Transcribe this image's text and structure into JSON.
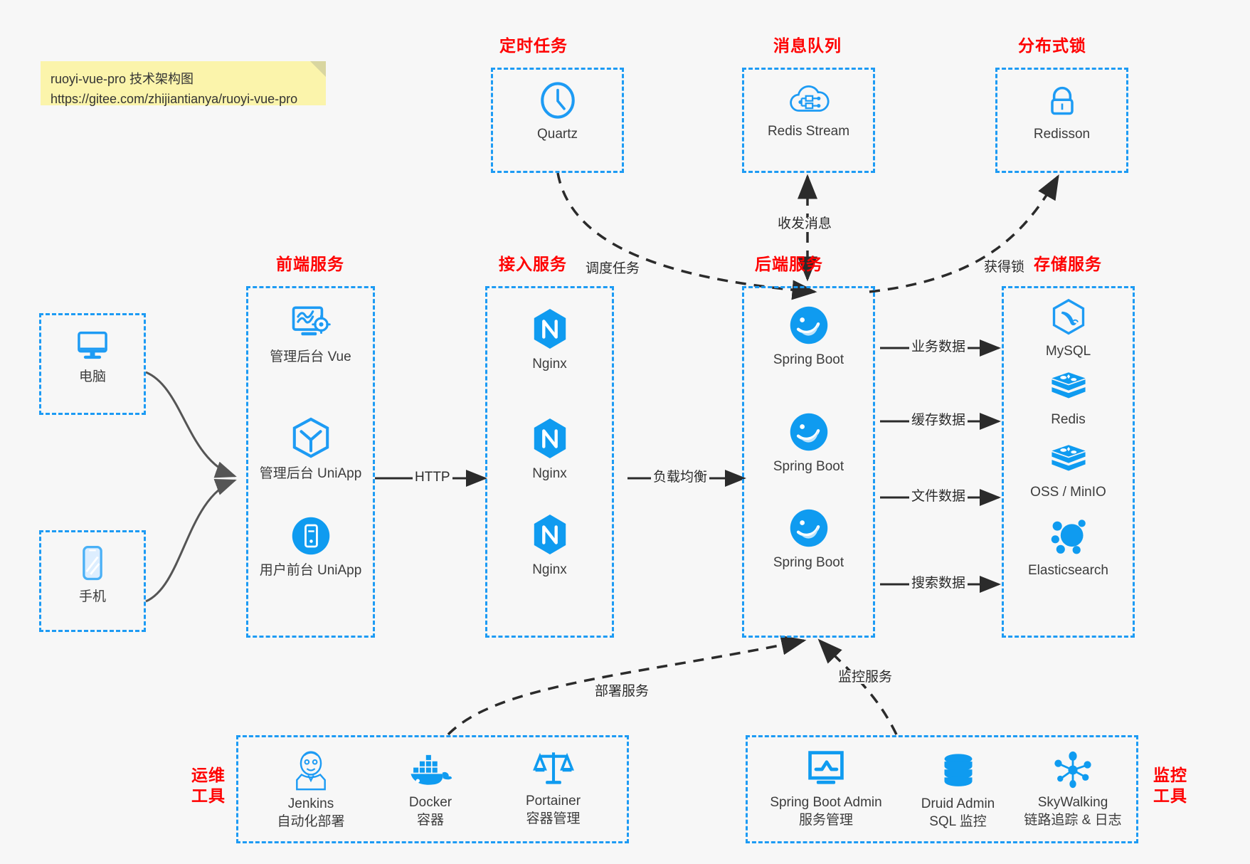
{
  "note": {
    "line1": "ruoyi-vue-pro 技术架构图",
    "line2": "https://gitee.com/zhijiantianya/ruoyi-vue-pro"
  },
  "colors": {
    "accent": "#1d9bf4",
    "title": "#ff0000",
    "text": "#3c3c3c",
    "arrow": "#2b2b2b",
    "note_bg": "#fbf4ab",
    "background": "#f7f7f7"
  },
  "groups": {
    "scheduled_task": {
      "title": "定时任务",
      "items": [
        {
          "label": "Quartz",
          "icon": "clock-icon"
        }
      ]
    },
    "message_queue": {
      "title": "消息队列",
      "items": [
        {
          "label": "Redis Stream",
          "icon": "cloud-network-icon"
        }
      ]
    },
    "distributed_lock": {
      "title": "分布式锁",
      "items": [
        {
          "label": "Redisson",
          "icon": "lock-icon"
        }
      ]
    },
    "clients": {
      "items": [
        {
          "label": "电脑",
          "icon": "desktop-monitor-icon"
        },
        {
          "label": "手机",
          "icon": "mobile-phone-icon"
        }
      ]
    },
    "frontend": {
      "title": "前端服务",
      "items": [
        {
          "label": "管理后台 Vue",
          "icon": "dashboard-gear-icon"
        },
        {
          "label": "管理后台 UniApp",
          "icon": "hexagon-cube-icon"
        },
        {
          "label": "用户前台 UniApp",
          "icon": "phone-circle-icon"
        }
      ]
    },
    "gateway": {
      "title": "接入服务",
      "items": [
        {
          "label": "Nginx",
          "icon": "nginx-icon"
        },
        {
          "label": "Nginx",
          "icon": "nginx-icon"
        },
        {
          "label": "Nginx",
          "icon": "nginx-icon"
        }
      ]
    },
    "backend": {
      "title": "后端服务",
      "items": [
        {
          "label": "Spring Boot",
          "icon": "spring-boot-icon"
        },
        {
          "label": "Spring Boot",
          "icon": "spring-boot-icon"
        },
        {
          "label": "Spring Boot",
          "icon": "spring-boot-icon"
        }
      ]
    },
    "storage": {
      "title": "存储服务",
      "items": [
        {
          "label": "MySQL",
          "icon": "mysql-dolphin-icon"
        },
        {
          "label": "Redis",
          "icon": "redis-stack-icon"
        },
        {
          "label": "OSS / MinIO",
          "icon": "oss-stack-icon"
        },
        {
          "label": "Elasticsearch",
          "icon": "elasticsearch-icon"
        }
      ]
    },
    "devops": {
      "title_line1": "运维",
      "title_line2": "工具",
      "items": [
        {
          "name": "Jenkins",
          "desc": "自动化部署",
          "icon": "jenkins-butler-icon"
        },
        {
          "name": "Docker",
          "desc": "容器",
          "icon": "docker-whale-icon"
        },
        {
          "name": "Portainer",
          "desc": "容器管理",
          "icon": "scales-balance-icon"
        }
      ]
    },
    "monitoring": {
      "title_line1": "监控",
      "title_line2": "工具",
      "items": [
        {
          "name": "Spring Boot Admin",
          "desc": "服务管理",
          "icon": "monitor-chart-icon"
        },
        {
          "name": "Druid Admin",
          "desc": "SQL 监控",
          "icon": "database-cylinder-icon"
        },
        {
          "name": "SkyWalking",
          "desc": "链路追踪 & 日志",
          "icon": "node-graph-icon"
        }
      ]
    }
  },
  "edges": [
    {
      "id": "http",
      "label": "HTTP"
    },
    {
      "id": "load-balance",
      "label": "负载均衡"
    },
    {
      "id": "schedule-task",
      "label": "调度任务"
    },
    {
      "id": "send-receive-message",
      "label": "收发消息"
    },
    {
      "id": "acquire-lock",
      "label": "获得锁"
    },
    {
      "id": "business-data",
      "label": "业务数据"
    },
    {
      "id": "cache-data",
      "label": "缓存数据"
    },
    {
      "id": "file-data",
      "label": "文件数据"
    },
    {
      "id": "search-data",
      "label": "搜索数据"
    },
    {
      "id": "deploy-service",
      "label": "部署服务"
    },
    {
      "id": "monitor-service",
      "label": "监控服务"
    }
  ]
}
